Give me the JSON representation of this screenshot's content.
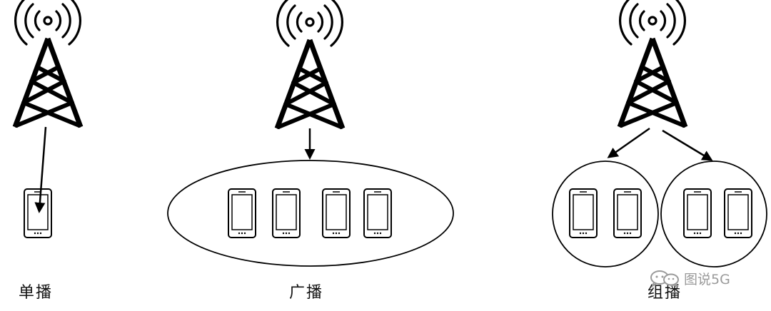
{
  "captions": {
    "unicast": "单播",
    "broadcast": "广播",
    "multicast": "组播"
  },
  "watermark": {
    "text": "图说5G",
    "icon": "wechat-icon"
  },
  "diagram": {
    "groups": [
      {
        "name": "unicast",
        "tower_icon": "cell-tower-icon",
        "phones": 1
      },
      {
        "name": "broadcast",
        "tower_icon": "cell-tower-icon",
        "phones": 4,
        "enclosure": "ellipse"
      },
      {
        "name": "multicast",
        "tower_icon": "cell-tower-icon",
        "phones": 4,
        "enclosure": "two circles"
      }
    ]
  }
}
